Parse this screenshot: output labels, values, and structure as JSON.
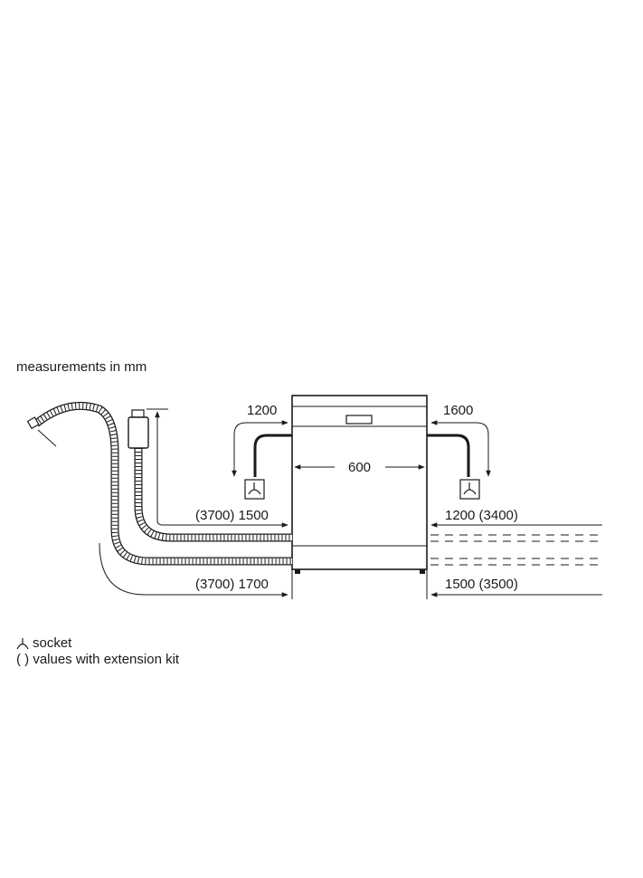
{
  "title": "measurements in mm",
  "dimensions": {
    "top_left": "1200",
    "top_right": "1600",
    "width": "600",
    "left_water_supply": "(3700) 1500",
    "left_drain": "(3700) 1700",
    "right_water_supply": "1200 (3400)",
    "right_drain": "1500 (3500)"
  },
  "legend": {
    "socket_label": "socket",
    "extension_label": "( ) values with extension kit"
  },
  "icons": [
    "socket-icon",
    "dishwasher-icon",
    "drain-hose-icon",
    "water-inlet-hose-icon",
    "aquastop-valve-icon"
  ]
}
